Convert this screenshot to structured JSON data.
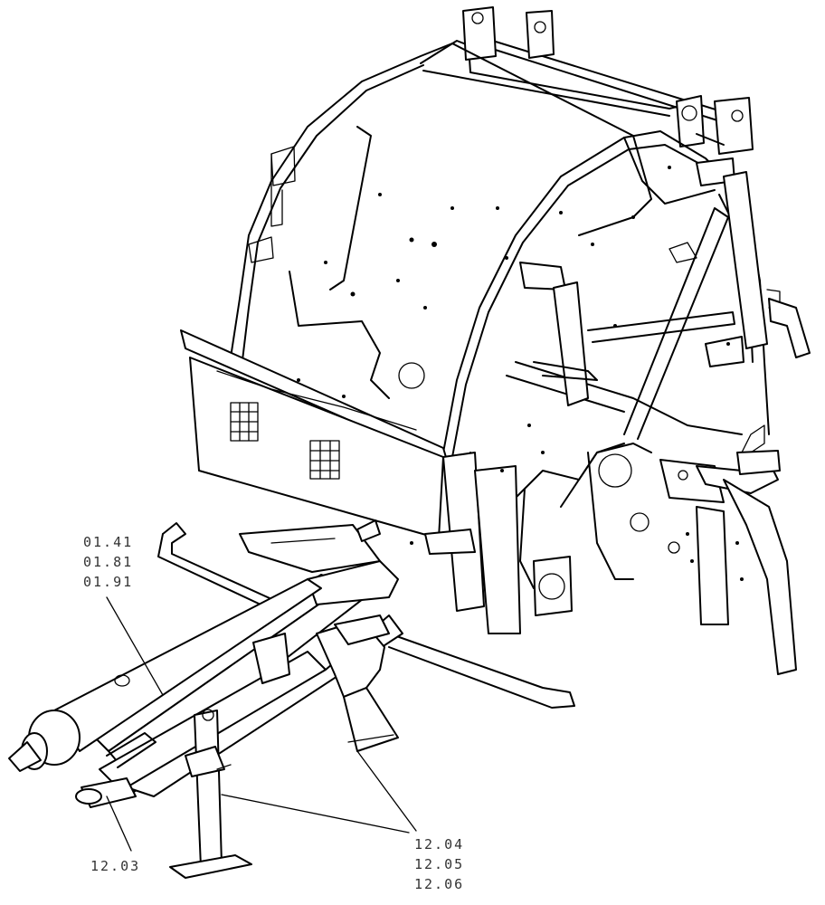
{
  "callouts": {
    "frame_refs": [
      "01.41",
      "01.81",
      "01.91"
    ],
    "hitch_ref": "12.03",
    "jack_refs": [
      "12.04",
      "12.05",
      "12.06"
    ]
  }
}
